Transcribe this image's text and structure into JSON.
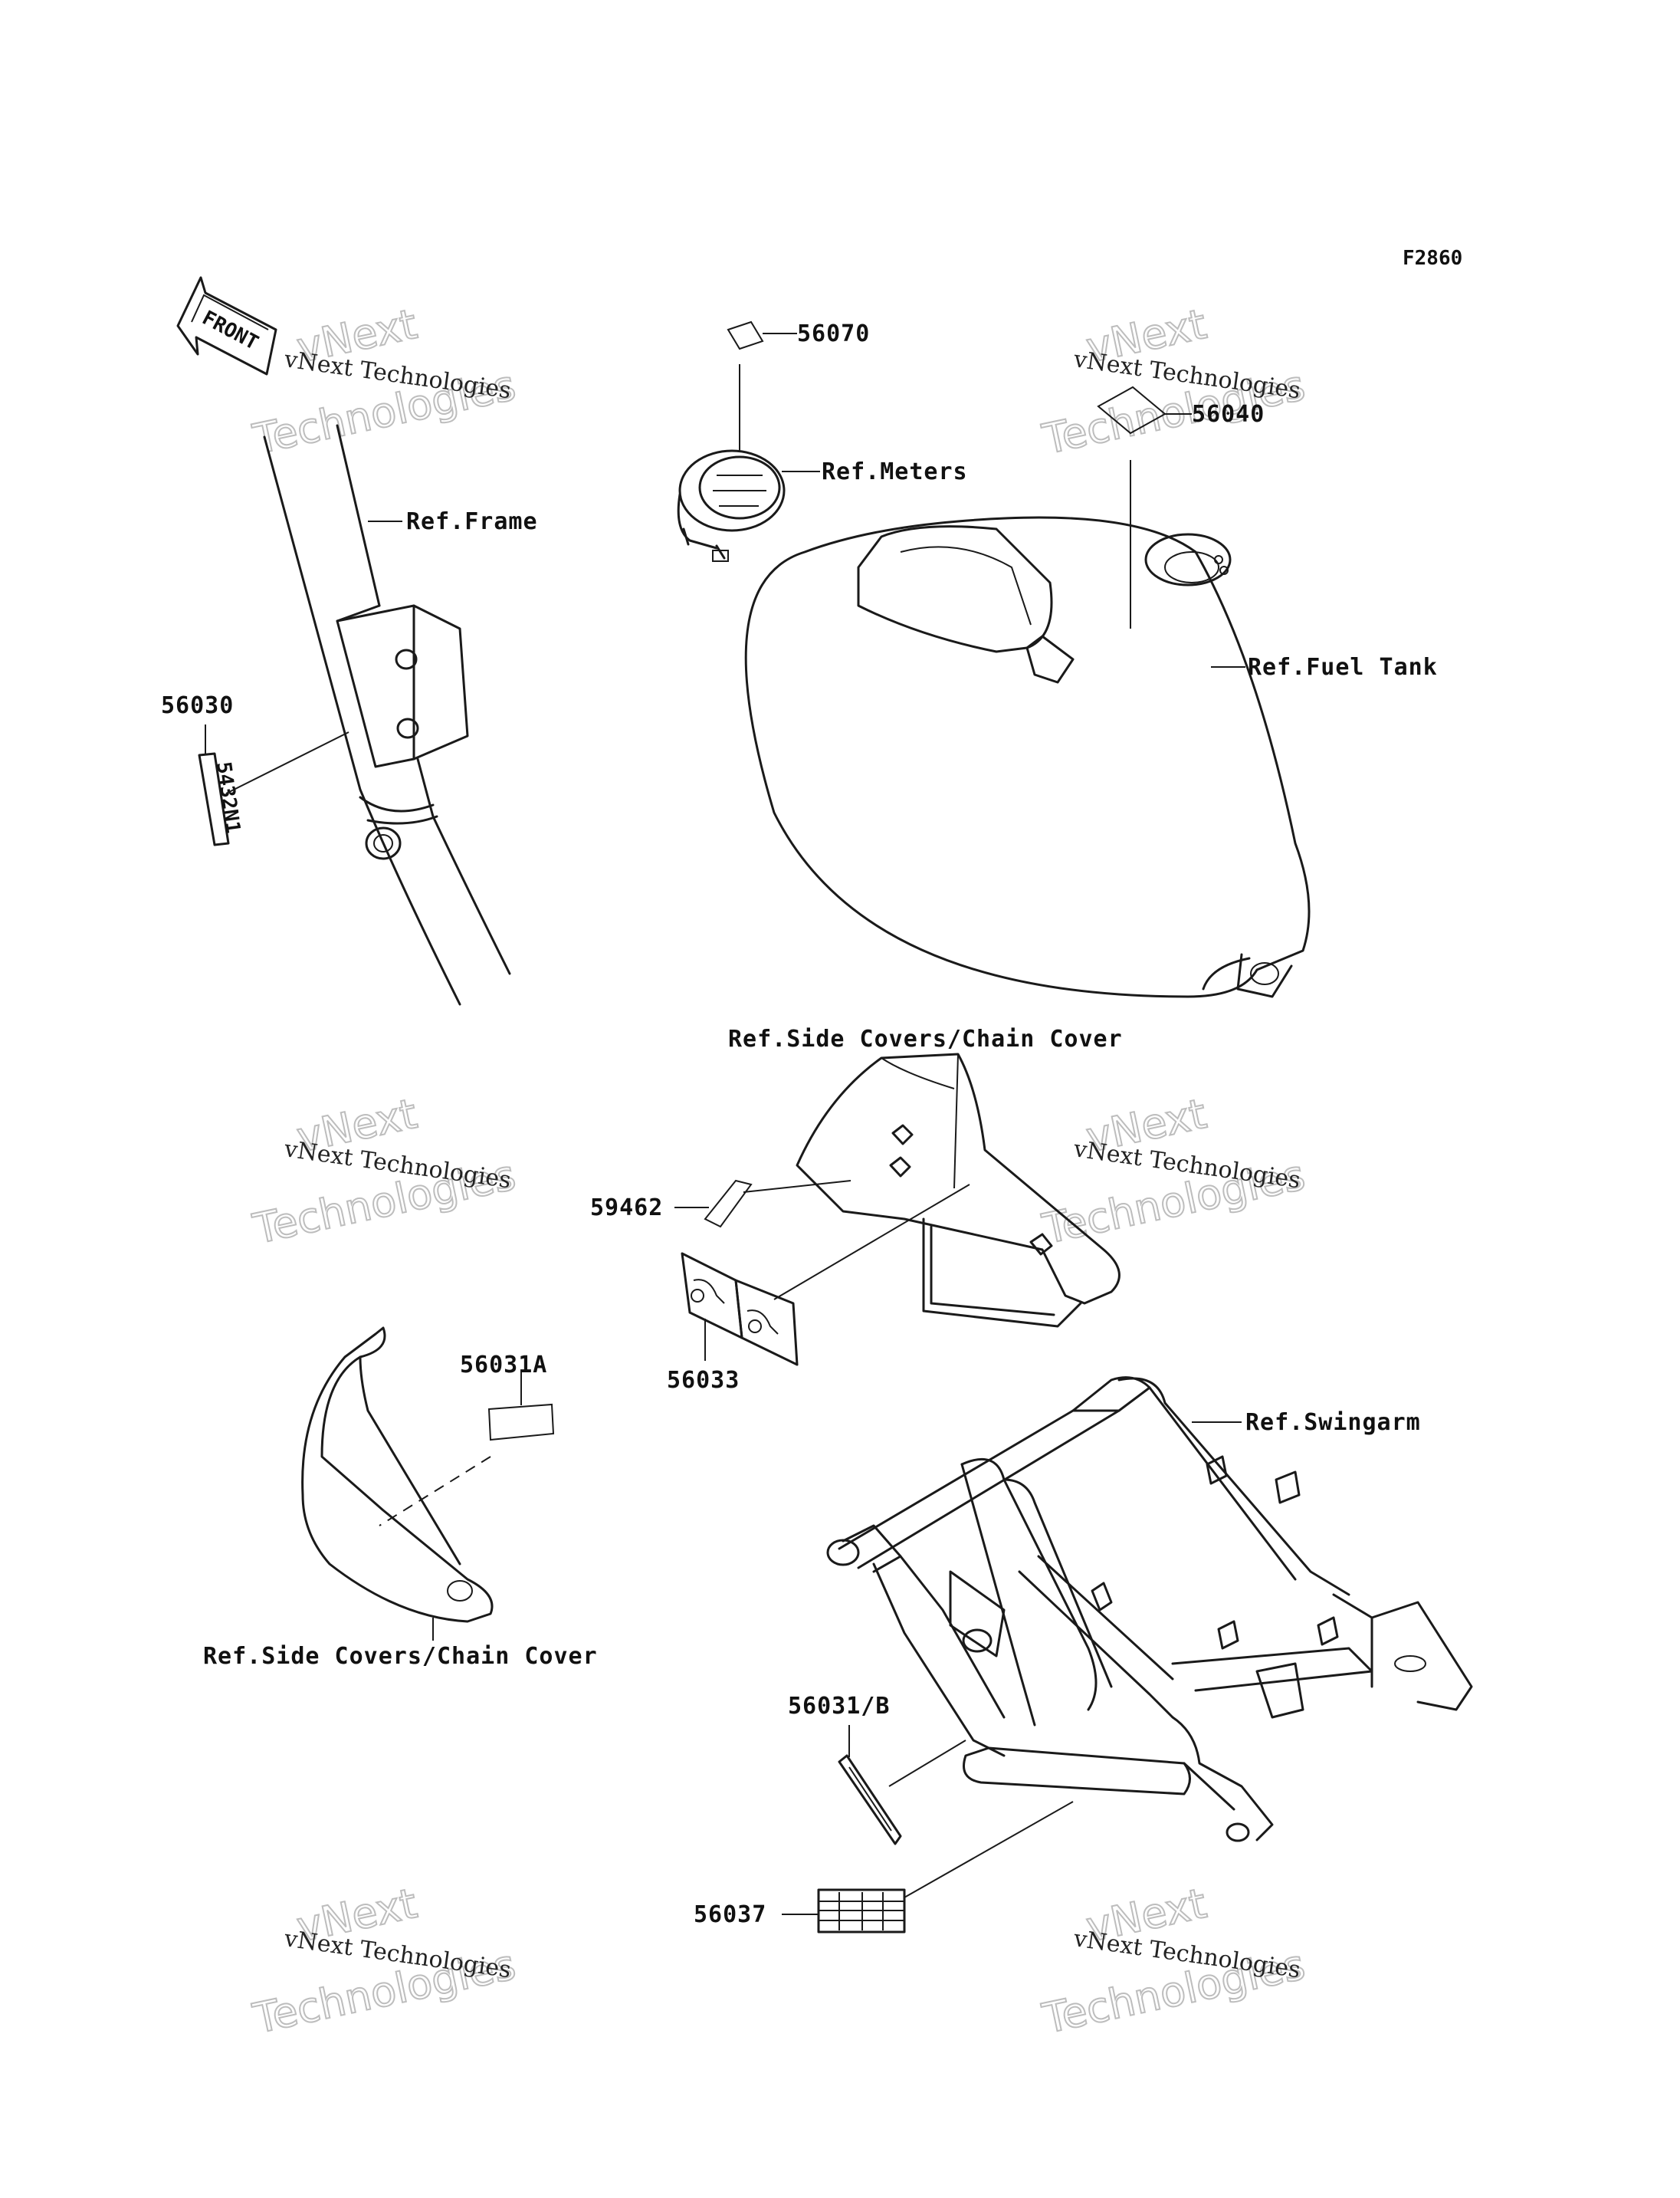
{
  "figure_code": "F2860",
  "front_arrow_label": "FRONT",
  "watermark": {
    "line1": "vNext",
    "line2": "vNext Technologies",
    "line3": "Technologies"
  },
  "labels": {
    "p56070": "56070",
    "ref_meters": "Ref.Meters",
    "p56040": "56040",
    "ref_fuel_tank": "Ref.Fuel Tank",
    "ref_frame": "Ref.Frame",
    "p56030": "56030",
    "ref_side_covers_top": "Ref.Side Covers/Chain Cover",
    "p59462": "59462",
    "p56033": "56033",
    "p56031a": "56031A",
    "ref_swingarm": "Ref.Swingarm",
    "ref_side_covers_bottom": "Ref.Side Covers/Chain Cover",
    "p56031b": "56031/B",
    "p56037": "56037"
  },
  "label_56030_glyphs": "5432N1"
}
